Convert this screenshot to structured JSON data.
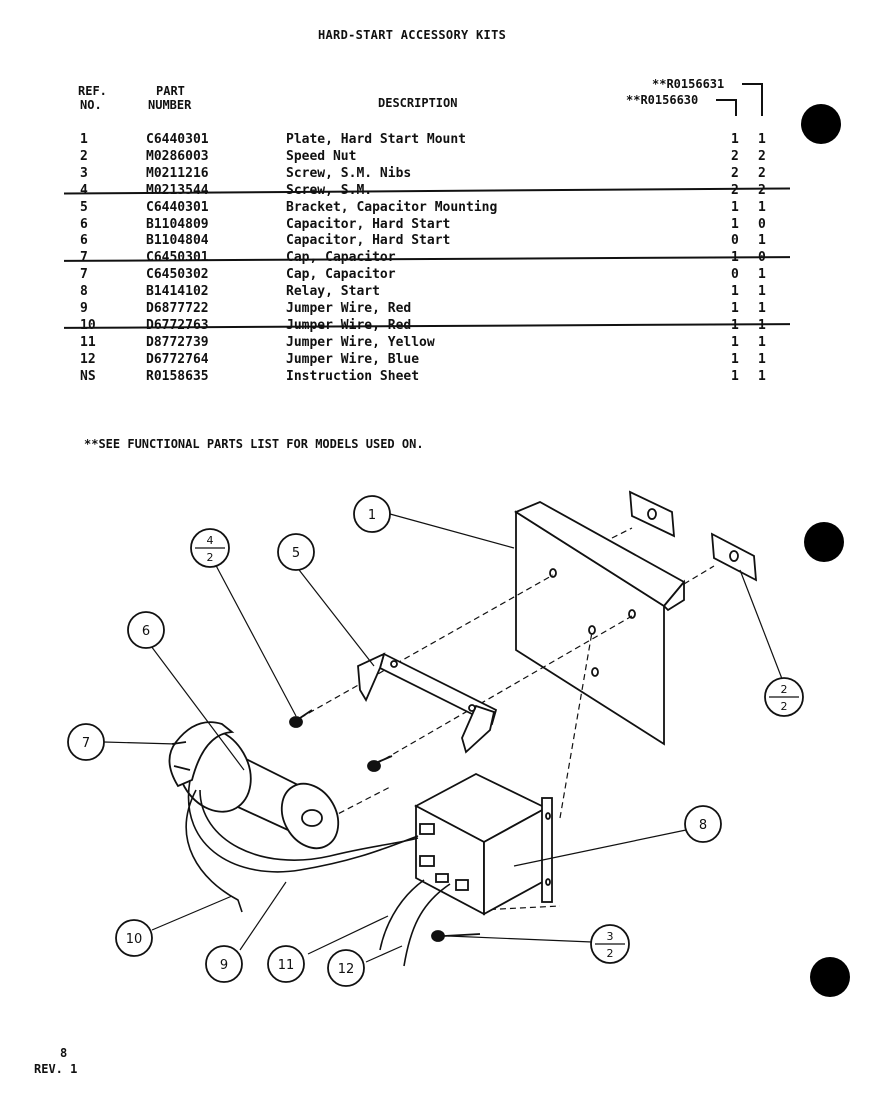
{
  "page": {
    "title": "HARD-START ACCESSORY KITS",
    "note": "**SEE FUNCTIONAL PARTS LIST FOR MODELS USED ON.",
    "page_number": "8",
    "revision": "REV. 1"
  },
  "table": {
    "headers": {
      "ref_1": "REF.",
      "ref_2": "NO.",
      "part_1": "PART",
      "part_2": "NUMBER",
      "description": "DESCRIPTION",
      "kit_a": "**R0156630",
      "kit_b": "**R0156631"
    },
    "rows": [
      {
        "ref": "1",
        "part": "C6440301",
        "desc": "Plate, Hard Start Mount",
        "q1": "1",
        "q2": "1"
      },
      {
        "ref": "2",
        "part": "M0286003",
        "desc": "Speed Nut",
        "q1": "2",
        "q2": "2"
      },
      {
        "ref": "3",
        "part": "M0211216",
        "desc": "Screw, S.M. Nibs",
        "q1": "2",
        "q2": "2"
      },
      {
        "ref": "4",
        "part": "M0213544",
        "desc": "Screw, S.M.",
        "q1": "2",
        "q2": "2"
      },
      {
        "ref": "5",
        "part": "C6440301",
        "desc": "Bracket, Capacitor Mounting",
        "q1": "1",
        "q2": "1"
      },
      {
        "ref": "6",
        "part": "B1104809",
        "desc": "Capacitor, Hard Start",
        "q1": "1",
        "q2": "0"
      },
      {
        "ref": "6",
        "part": "B1104804",
        "desc": "Capacitor, Hard Start",
        "q1": "0",
        "q2": "1"
      },
      {
        "ref": "7",
        "part": "C6450301",
        "desc": "Cap, Capacitor",
        "q1": "1",
        "q2": "0"
      },
      {
        "ref": "7",
        "part": "C6450302",
        "desc": "Cap, Capacitor",
        "q1": "0",
        "q2": "1"
      },
      {
        "ref": "8",
        "part": "B1414102",
        "desc": "Relay, Start",
        "q1": "1",
        "q2": "1"
      },
      {
        "ref": "9",
        "part": "D6877722",
        "desc": "Jumper Wire, Red",
        "q1": "1",
        "q2": "1"
      },
      {
        "ref": "10",
        "part": "D6772763",
        "desc": "Jumper Wire, Red",
        "q1": "1",
        "q2": "1"
      },
      {
        "ref": "11",
        "part": "D8772739",
        "desc": "Jumper Wire, Yellow",
        "q1": "1",
        "q2": "1"
      },
      {
        "ref": "12",
        "part": "D6772764",
        "desc": "Jumper Wire, Blue",
        "q1": "1",
        "q2": "1"
      },
      {
        "ref": "NS",
        "part": "R0158635",
        "desc": "Instruction Sheet",
        "q1": "1",
        "q2": "1"
      }
    ]
  },
  "diagram": {
    "callouts": {
      "c1": "1",
      "c5": "5",
      "c6": "6",
      "c7": "7",
      "c8": "8",
      "c9": "9",
      "c10": "10",
      "c11": "11",
      "c12": "12",
      "f4_num": "4",
      "f4_den": "2",
      "f2_num": "2",
      "f2_den": "2",
      "f3_num": "3",
      "f3_den": "2"
    }
  }
}
